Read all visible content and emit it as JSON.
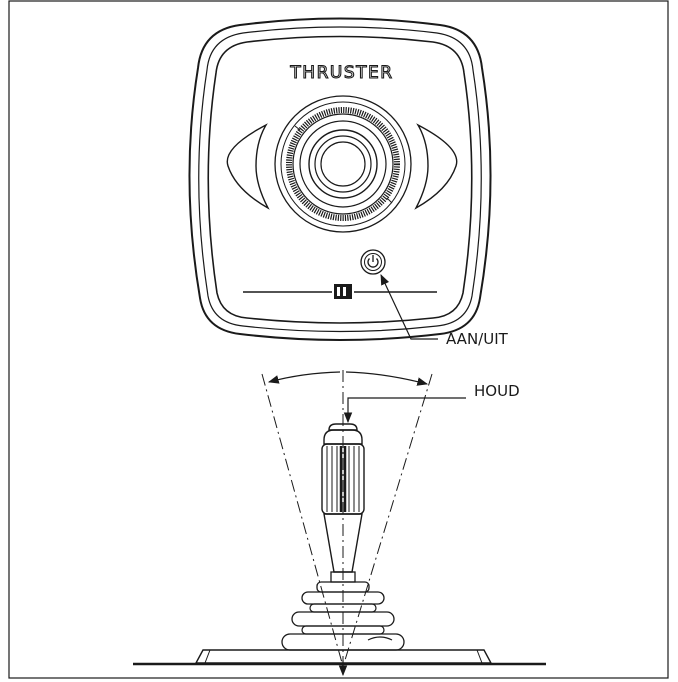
{
  "panel": {
    "brand_text": "THRUSTER",
    "power_label": "AAN/UIT"
  },
  "joystick": {
    "hold_label": "HOUD"
  },
  "colors": {
    "ink": "#1a1a1a",
    "background": "#ffffff"
  }
}
